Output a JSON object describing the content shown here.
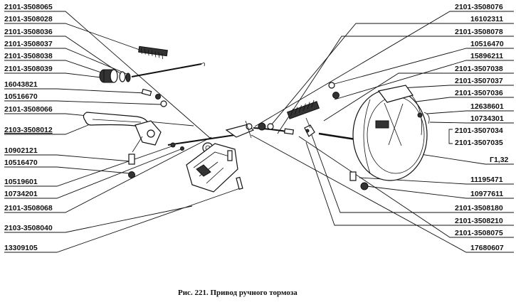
{
  "left_labels": [
    "2101-3508065",
    "2101-3508028",
    "2101-3508036",
    "2101-3508037",
    "2101-3508038",
    "2101-3508039",
    "16043821",
    "10516670",
    "2101-3508066",
    "2103-3508012",
    "10902121",
    "10516470",
    "10519601",
    "10734201",
    "2101-3508068",
    "2103-3508040",
    "13309105"
  ],
  "right_labels": [
    "2101-3508076",
    "16102311",
    "2101-3508078",
    "10516470",
    "15896211",
    "2101-3507038",
    "2101-3507037",
    "2101-3507036",
    "12638601",
    "10734301",
    "2101-3507034",
    "2101-3507035",
    "Г1,32",
    "11195471",
    "10977611",
    "2101-3508180",
    "2101-3508210",
    "2101-3508075",
    "17680607"
  ],
  "caption": "Рис. 221. Привод ручного тормоза"
}
